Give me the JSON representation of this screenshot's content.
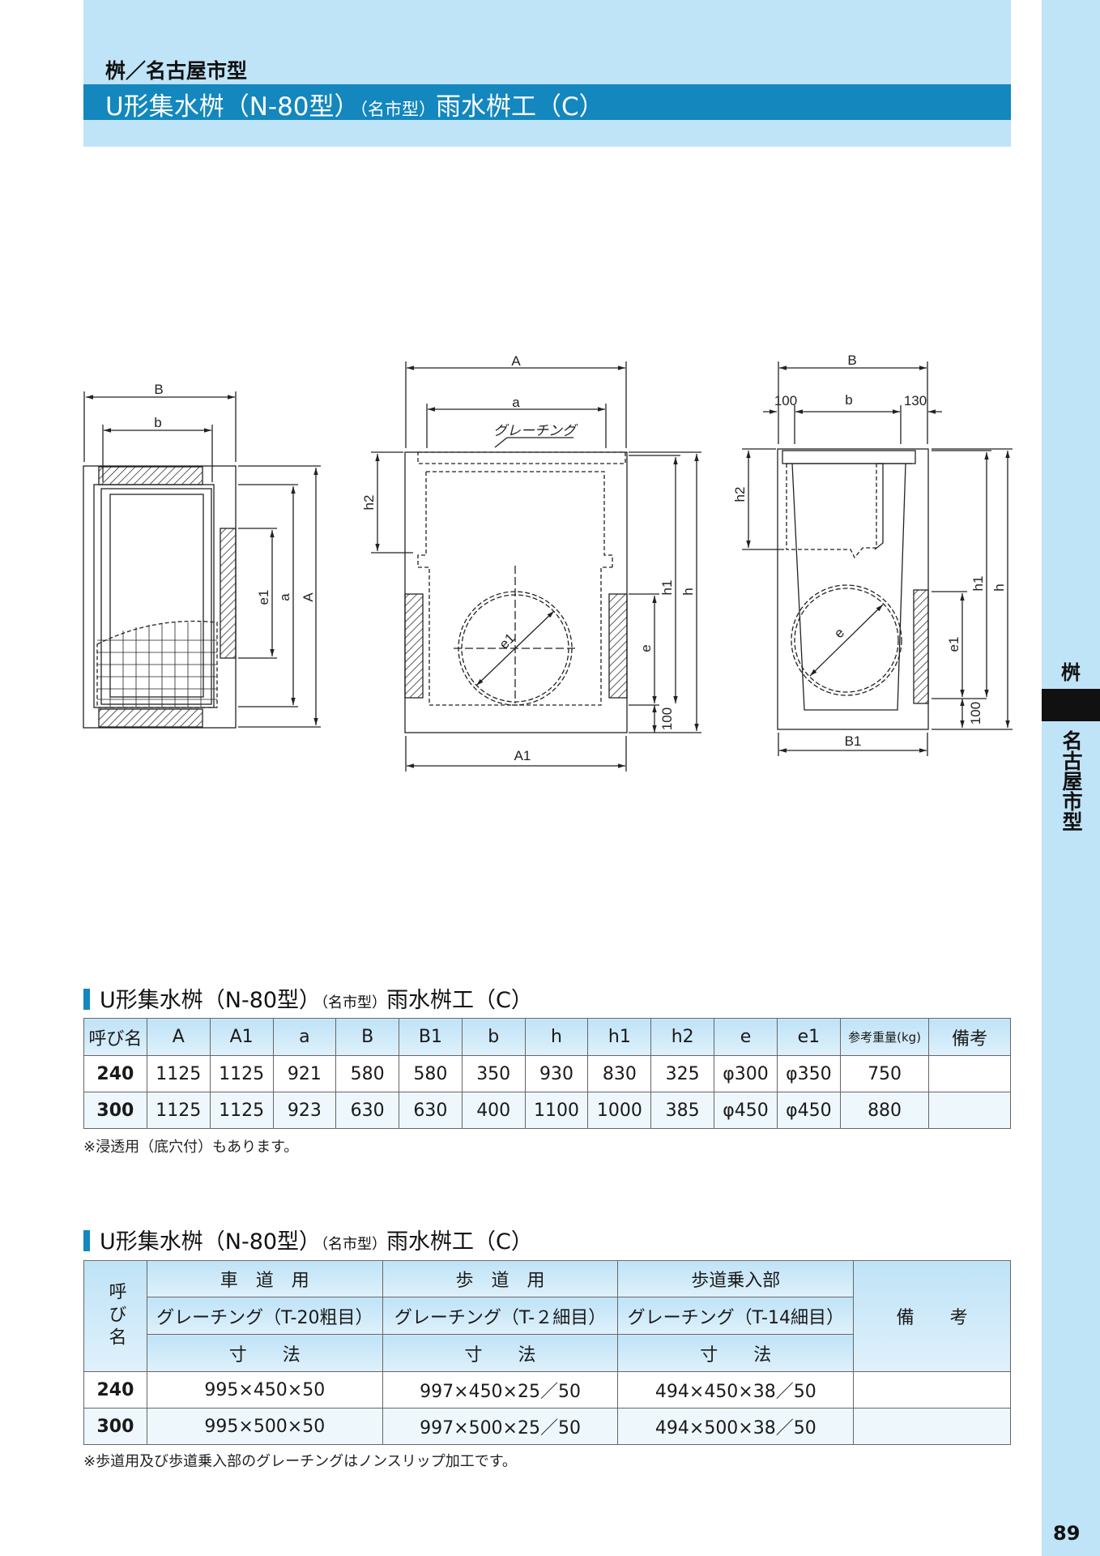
{
  "header": {
    "category": "桝／名古屋市型",
    "title_main": "U形集水桝（N-80型）",
    "title_small": "（名市型）",
    "title_tail": "雨水桝工（C）"
  },
  "side": {
    "tab_top": "桝",
    "tab_vertical": "名古屋市型"
  },
  "page_number": "89",
  "drawing": {
    "grating_label": "グレーチング",
    "plan_labels": {
      "B": "B",
      "b": "b",
      "e1": "e1",
      "a": "a",
      "A": "A"
    },
    "front_labels": {
      "A": "A",
      "a": "a",
      "h2": "h2",
      "h1": "h1",
      "h": "h",
      "e": "e",
      "e1": "e1",
      "d100": "100",
      "A1": "A1"
    },
    "side_labels": {
      "B": "B",
      "d100": "100",
      "b": "b",
      "d130": "130",
      "h2": "h2",
      "e": "e",
      "e1": "e1",
      "h1": "h1",
      "h": "h",
      "d100b": "100",
      "B1": "B1"
    }
  },
  "table1": {
    "title_main": "U形集水桝（N-80型）",
    "title_small": "（名市型）",
    "title_tail": "雨水桝工（C）",
    "headers": [
      "呼び名",
      "A",
      "A1",
      "a",
      "B",
      "B1",
      "b",
      "h",
      "h1",
      "h2",
      "e",
      "e1",
      "参考重量(kg)",
      "備考"
    ],
    "rows": [
      [
        "240",
        "1125",
        "1125",
        "921",
        "580",
        "580",
        "350",
        "930",
        "830",
        "325",
        "φ300",
        "φ350",
        "750",
        ""
      ],
      [
        "300",
        "1125",
        "1125",
        "923",
        "630",
        "630",
        "400",
        "1100",
        "1000",
        "385",
        "φ450",
        "φ450",
        "880",
        ""
      ]
    ],
    "note": "※浸透用（底穴付）もあります。"
  },
  "table2": {
    "title_main": "U形集水桝（N-80型）",
    "title_small": "（名市型）",
    "title_tail": "雨水桝工（C）",
    "col_name": "呼び名",
    "groups": [
      "車　道　用",
      "歩　道　用",
      "歩道乗入部"
    ],
    "gratings": [
      "グレーチング（T-20粗目）",
      "グレーチング（T-２細目）",
      "グレーチング（T-14細目）"
    ],
    "dim_label": "寸　　法",
    "remarks": "備　　考",
    "rows": [
      [
        "240",
        "995×450×50",
        "997×450×25／50",
        "494×450×38／50",
        ""
      ],
      [
        "300",
        "995×500×50",
        "997×500×25／50",
        "494×500×38／50",
        ""
      ]
    ],
    "note": "※歩道用及び歩道乗入部のグレーチングはノンスリップ加工です。"
  }
}
